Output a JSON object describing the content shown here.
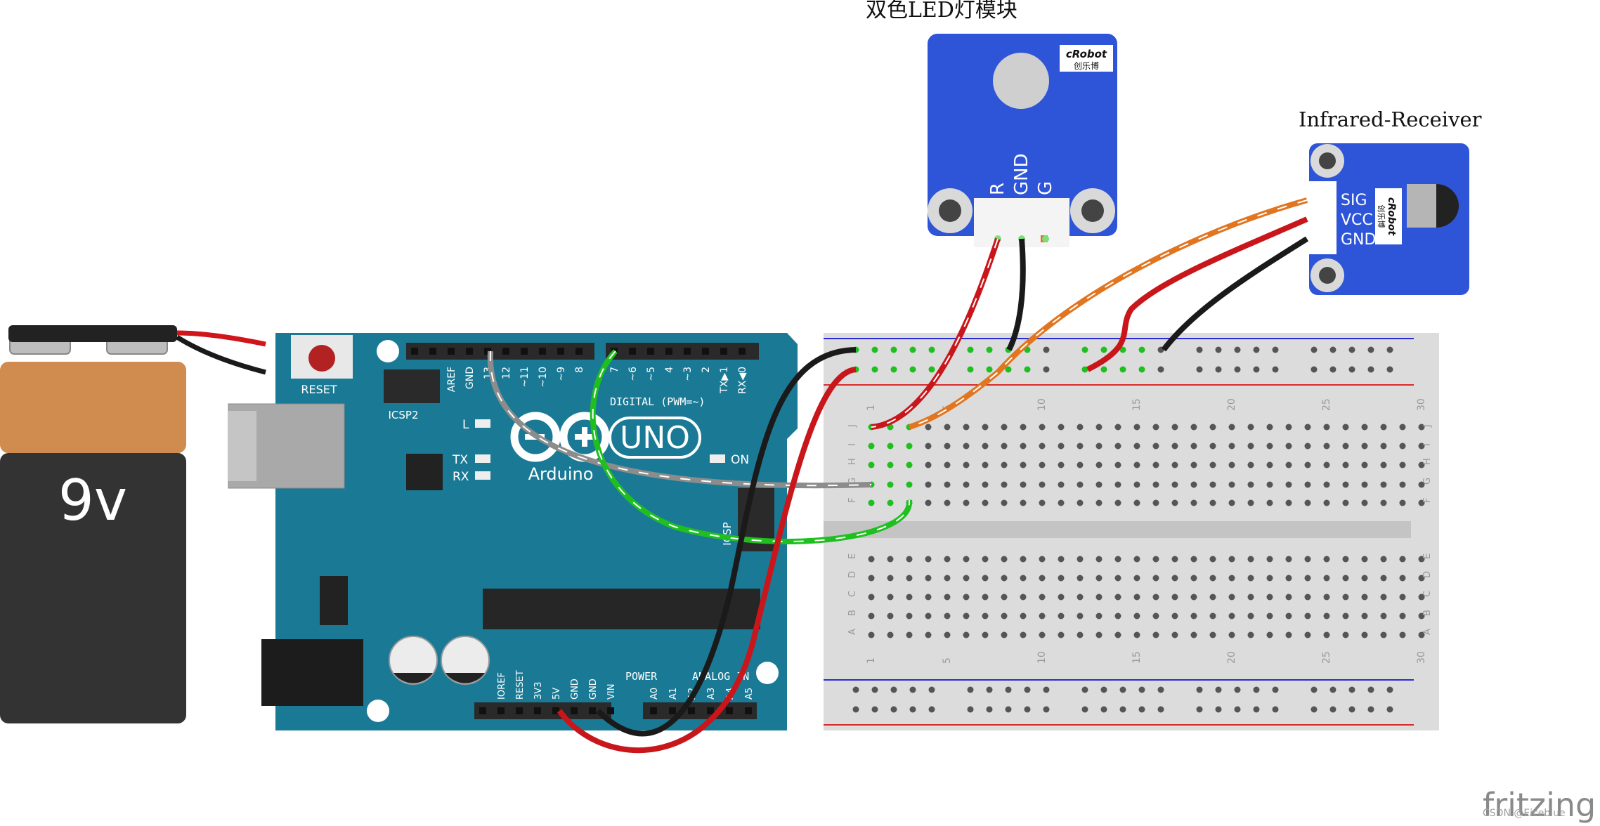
{
  "labels": {
    "led_module_title": "双色LED灯模块",
    "ir_title": "Infrared-Receiver",
    "battery_label": "9v",
    "reset_label": "RESET",
    "icsp2_label": "ICSP2",
    "icsp_label": "ICSP",
    "brand": "Arduino",
    "uno": "UNO",
    "on_label": "ON",
    "l_label": "L",
    "tx_label": "TX",
    "rx_label": "RX",
    "digital_label": "DIGITAL (PWM=~)",
    "power_label": "POWER",
    "analog_label": "ANALOG IN",
    "crobot_brand": "cRobot",
    "crobot_sub": "创乐博",
    "fritzing": "fritzing",
    "watermark": "CSDN @Eiceblue"
  },
  "led_pins": [
    "R",
    "GND",
    "G"
  ],
  "ir_pins": [
    "SIG",
    "VCC",
    "GND"
  ],
  "digital_header_labels": [
    "AREF",
    "GND",
    "13",
    "12",
    "~11",
    "~10",
    "~9",
    "8",
    "7",
    "~6",
    "~5",
    "4",
    "~3",
    "2",
    "TX▶1",
    "RX◀0"
  ],
  "power_header_labels": [
    "IOREF",
    "RESET",
    "3V3",
    "5V",
    "GND",
    "GND",
    "VIN"
  ],
  "analog_header_labels": [
    "A0",
    "A1",
    "A2",
    "A3",
    "A4",
    "A5"
  ],
  "breadboard_col_numbers": [
    "1",
    "5",
    "10",
    "15",
    "20",
    "25",
    "30"
  ],
  "breadboard_rows_top": [
    "J",
    "I",
    "H",
    "G",
    "F"
  ],
  "breadboard_rows_bottom": [
    "E",
    "D",
    "C",
    "B",
    "A"
  ],
  "colors": {
    "arduino_teal": "#1a7a96",
    "module_blue": "#2e55d8",
    "wire_red": "#c8161b",
    "wire_black": "#1a1a1a",
    "wire_green": "#1fbf1f",
    "wire_orange": "#e2751f",
    "wire_gray": "#8c8c8c",
    "breadboard": "#dcdcdc"
  }
}
